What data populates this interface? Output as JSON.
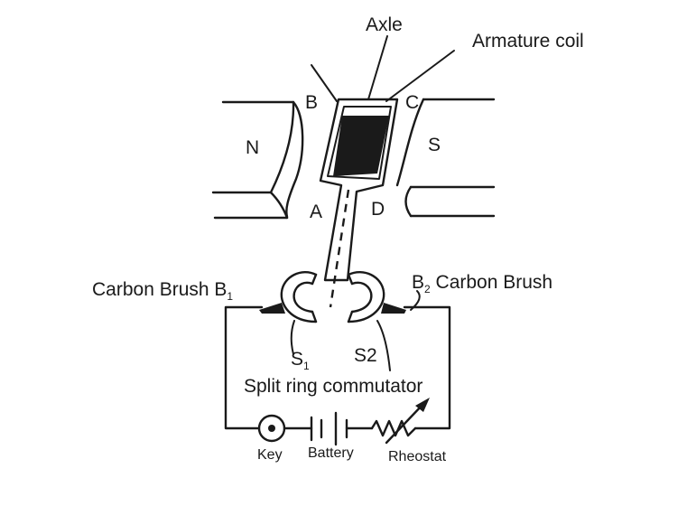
{
  "labels": {
    "axle": "Axle",
    "armature_coil": "Armature coil",
    "corner_b": "B",
    "corner_c": "C",
    "corner_a": "A",
    "corner_d": "D",
    "pole_n": "N",
    "pole_s": "S",
    "brush_left": "Carbon Brush B",
    "brush_left_sub": "1",
    "brush_right_prefix": "B",
    "brush_right_sub": "2",
    "brush_right_suffix": " Carbon Brush",
    "seg1": "S",
    "seg1_sub": "1",
    "seg2": "S2",
    "commutator": "Split ring commutator",
    "key": "Key",
    "battery": "Battery",
    "rheostat": "Rheostat"
  },
  "colors": {
    "ink": "#1a1a1a",
    "background": "#ffffff"
  }
}
